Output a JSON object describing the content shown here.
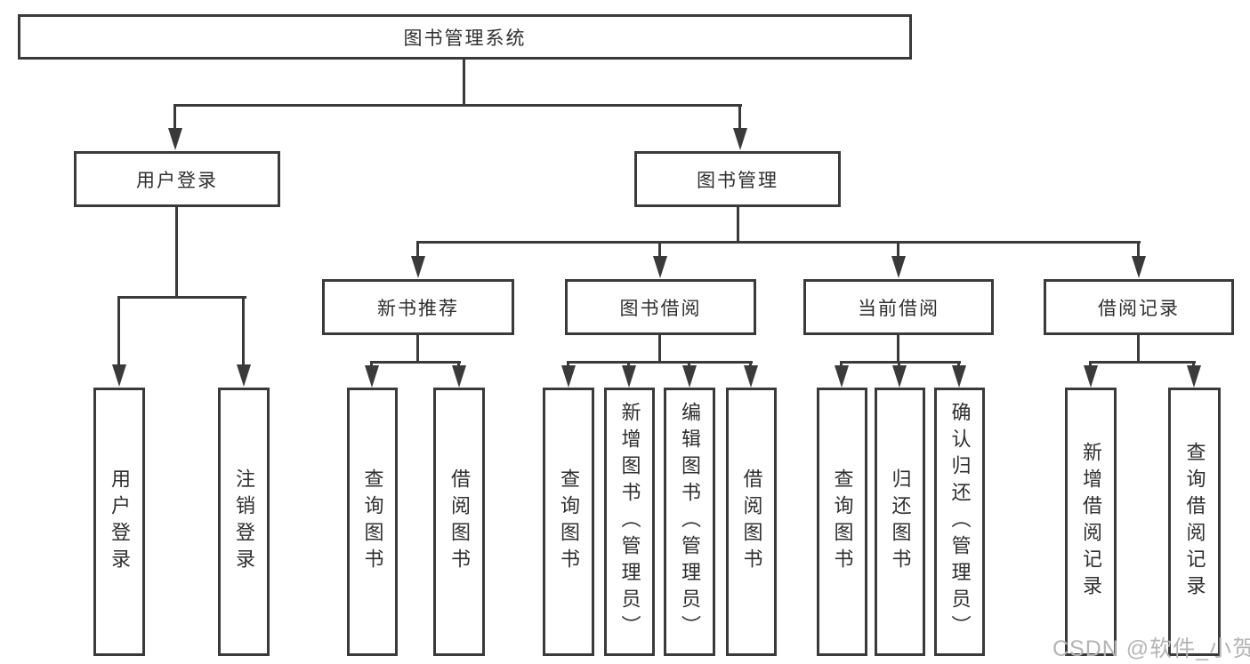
{
  "title": {
    "label": "图书管理系统"
  },
  "tree": {
    "user_login": {
      "label": "用户登录",
      "children": [
        "用户登录",
        "注销登录"
      ]
    },
    "book_management": {
      "label": "图书管理",
      "sections": [
        {
          "label": "新书推荐",
          "children": [
            "查询图书",
            "借阅图书"
          ]
        },
        {
          "label": "图书借阅",
          "children": [
            "查询图书",
            "新增图书（管理员）",
            "编辑图书（管理员）",
            "借阅图书"
          ]
        },
        {
          "label": "当前借阅",
          "children": [
            "查询图书",
            "归还图书",
            "确认归还（管理员）"
          ]
        },
        {
          "label": "借阅记录",
          "children": [
            "新增借阅记录",
            "查询借阅记录"
          ]
        }
      ]
    }
  },
  "watermark": {
    "text": "CSDN @软件_小贺同学"
  },
  "colors": {
    "line": "#3a3a3a",
    "text": "#2f2f2f",
    "watermark": "#b5b5b5",
    "background": "#ffffff"
  }
}
